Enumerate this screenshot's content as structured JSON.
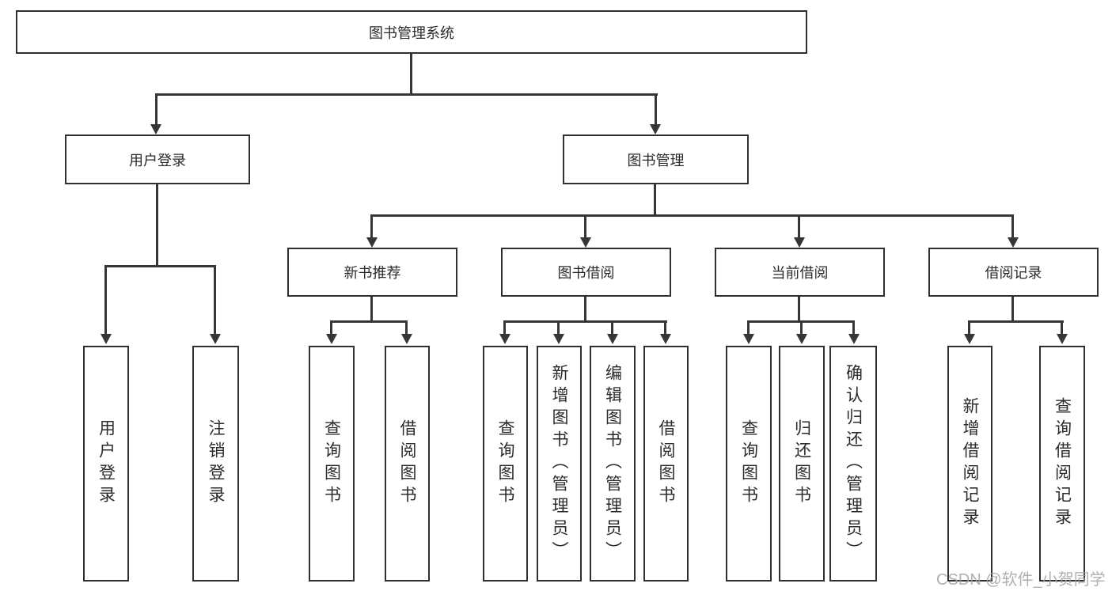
{
  "diagram": {
    "root": {
      "label": "图书管理系统",
      "children": [
        {
          "label": "用户登录",
          "children": [
            {
              "label": "用户登录"
            },
            {
              "label": "注销登录"
            }
          ]
        },
        {
          "label": "图书管理",
          "children": [
            {
              "label": "新书推荐",
              "children": [
                {
                  "label": "查询图书"
                },
                {
                  "label": "借阅图书"
                }
              ]
            },
            {
              "label": "图书借阅",
              "children": [
                {
                  "label": "查询图书"
                },
                {
                  "label": "新增图书（管理员）"
                },
                {
                  "label": "编辑图书（管理员）"
                },
                {
                  "label": "借阅图书"
                }
              ]
            },
            {
              "label": "当前借阅",
              "children": [
                {
                  "label": "查询图书"
                },
                {
                  "label": "归还图书"
                },
                {
                  "label": "确认归还（管理员）"
                }
              ]
            },
            {
              "label": "借阅记录",
              "children": [
                {
                  "label": "新增借阅记录"
                },
                {
                  "label": "查询借阅记录"
                }
              ]
            }
          ]
        }
      ]
    },
    "colors": {
      "line": "#363636",
      "border": "#2f2f2f",
      "text": "#2b2b2b",
      "background": "#ffffff",
      "watermark": "#a2a2a2"
    }
  },
  "watermark": {
    "text": "CSDN @软件_小贺同学"
  }
}
